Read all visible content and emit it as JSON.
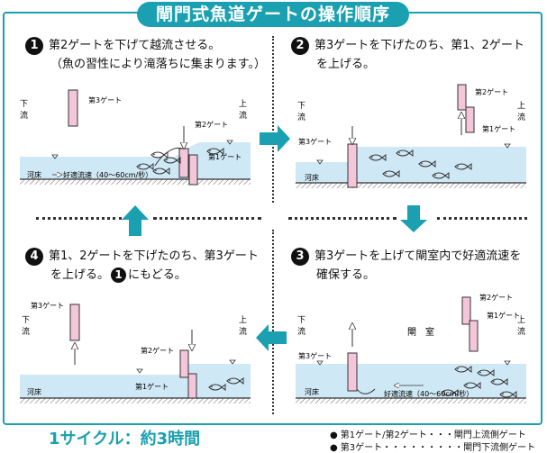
{
  "title": "閘門式魚道ゲートの操作順序",
  "steps": [
    {
      "num": "1",
      "line1": "第2ゲートを下げて越流させる。",
      "line2": "（魚の習性により滝落ちに集まります。）"
    },
    {
      "num": "2",
      "line1": "第3ゲートを下げたのち、第1、2ゲート",
      "line2": "を上げる。"
    },
    {
      "num": "3",
      "line1": "第3ゲートを上げて閘室内で好適流速を",
      "line2": "確保する。"
    },
    {
      "num": "4",
      "line1": "第1、2ゲートを下げたのち、第3ゲート",
      "line2a": "を上げる。",
      "line2_num": "1",
      "line2b": "にもどる。"
    }
  ],
  "labels": {
    "downstream": "下流",
    "upstream": "上流",
    "gate1": "第1ゲート",
    "gate2": "第2ゲート",
    "gate3": "第3ゲート",
    "riverbed": "河床",
    "flow": "好適流速（40～60cm/秒）",
    "chamber": "閘　室"
  },
  "cycle": "1サイクル：約3時間",
  "notes": [
    {
      "bullet": "●",
      "text": "第1ゲート/第2ゲート・・・閘門上流側ゲート"
    },
    {
      "bullet": "●",
      "text": "第3ゲート・・・・・・・・・閘門下流側ゲート"
    }
  ],
  "colors": {
    "accent": "#1aa0b0",
    "water": "#cfe8f5",
    "gate": "#f4c6d9",
    "arrow": "#1aa0b0"
  }
}
